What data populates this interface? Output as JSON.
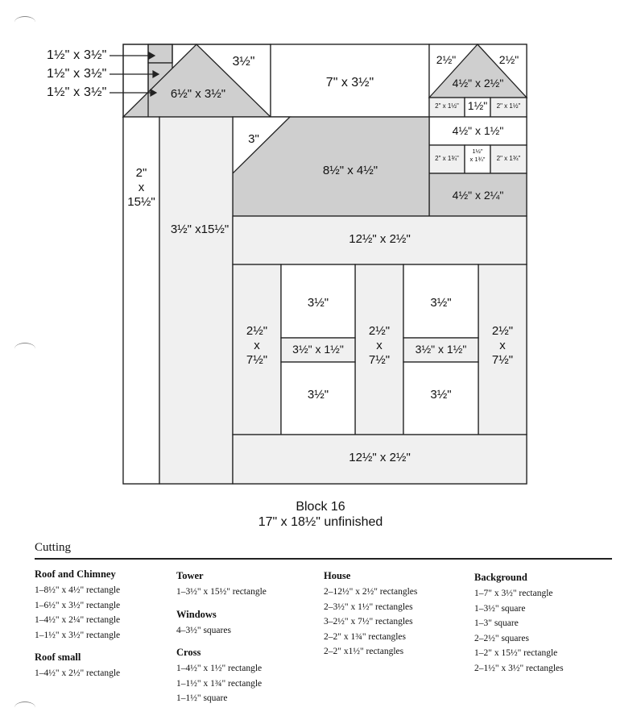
{
  "block": {
    "title": "Block 16",
    "size": "17\" x 18½\" unfinished"
  },
  "labels": {
    "chimney_a": "1½\" x 3½\"",
    "chimney_b": "1½\" x 3½\"",
    "chimney_c": "1½\" x 3½\"",
    "roof_big": "6½\" x 3½\"",
    "sq_top": "3½\"",
    "top_rect": "7\" x 3½\"",
    "roof_small_left": "2½\"",
    "roof_small_right": "2½\"",
    "roof_small": "4½\" x 2½\"",
    "cross_left": "2\" x 1½\"",
    "cross_center": "1½\"",
    "cross_right": "2\" x 1½\"",
    "cross_bar": "4½\" x 1½\"",
    "cross_low_left": "2\" x 1¾\"",
    "cross_low_mid": "1½\"\nx 1¾\"",
    "cross_low_right": "2\" x 1¾\"",
    "roof_chimney_small": "4½\" x 2¼\"",
    "sq3": "3\"",
    "roof_main": "8½\" x 4½\"",
    "left_strip": "2\"\nx\n15½\"",
    "tower": "3½\" x15½\"",
    "house_top": "12½\" x 2½\"",
    "house_bottom": "12½\" x 2½\"",
    "col1": "2½\"\nx\n7½\"",
    "col2": "2½\"\nx\n7½\"",
    "col3": "2½\"\nx\n7½\"",
    "win1": "3½\"",
    "win2": "3½\"",
    "win3": "3½\"",
    "win4": "3½\"",
    "bar1": "3½\" x 1½\"",
    "bar2": "3½\" x 1½\""
  },
  "cutting": {
    "title": "Cutting",
    "roof_chimney": {
      "heading": "Roof and Chimney",
      "items": [
        "1–8½\" x 4½\" rectangle",
        "1–6½\" x 3½\" rectangle",
        "1–4½\" x 2¼\" rectangle",
        "1–1½\" x 3½\" rectangle"
      ]
    },
    "roof_small": {
      "heading": "Roof small",
      "items": [
        "1–4½\" x 2½\" rectangle"
      ]
    },
    "tower": {
      "heading": "Tower",
      "items": [
        "1–3½\" x 15½\" rectangle"
      ]
    },
    "windows": {
      "heading": "Windows",
      "items": [
        "4–3½\" squares"
      ]
    },
    "cross": {
      "heading": "Cross",
      "items": [
        "1–4½\" x 1½\" rectangle",
        "1–1½\" x 1¾\" rectangle",
        "1–1½\" square"
      ]
    },
    "house": {
      "heading": "House",
      "items": [
        "2–12½\" x 2½\" rectangles",
        "2–3½\" x 1½\" rectangles",
        "3–2½\" x 7½\" rectangles",
        "2–2\" x 1¾\" rectangles",
        "2–2\" x1½\" rectangles"
      ]
    },
    "background": {
      "heading": "Background",
      "items": [
        "1–7\" x 3½\" rectangle",
        "1–3½\" square",
        "1–3\" square",
        "2–2½\" squares",
        "1–2\" x 15½\" rectangle",
        "2–1½\" x 3½\" rectangles"
      ]
    }
  },
  "colors": {
    "gray": "#cfcfcf",
    "light": "#f0f0f0",
    "white": "#ffffff",
    "line": "#222222"
  }
}
